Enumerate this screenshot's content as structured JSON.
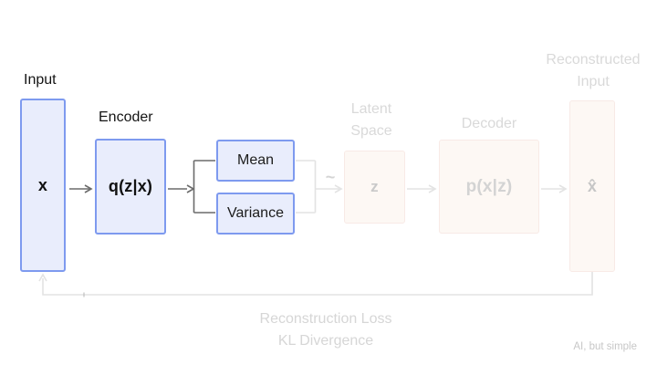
{
  "diagram": {
    "nodes": {
      "input": {
        "label": "Input",
        "symbol": "x"
      },
      "encoder": {
        "label": "Encoder",
        "symbol": "q(z|x)"
      },
      "mean": {
        "symbol": "Mean"
      },
      "variance": {
        "symbol": "Variance"
      },
      "latent": {
        "label_lines": [
          "Latent",
          "Space"
        ],
        "symbol": "z"
      },
      "decoder": {
        "label": "Decoder",
        "symbol": "p(x|z)"
      },
      "reconstructed": {
        "label_lines": [
          "Reconstructed",
          "Input"
        ],
        "symbol": "x̂"
      }
    },
    "sampling_symbol": "~",
    "loss": {
      "line1": "Reconstruction Loss",
      "line2": "KL Divergence"
    },
    "watermark": "AI, but simple",
    "colors": {
      "active_box_border": "#7E9AEF",
      "active_box_fill": "#E9EDFC",
      "faded_box_border": "#F8EAE6",
      "faded_box_fill": "#FDF8F4",
      "active_arrow": "#6B6B6B",
      "faded_arrow": "#E3E3E3",
      "faded_label_text": "#D9D9D9",
      "faded_symbol_text": "#C9C9C9",
      "dark_text": "#141414"
    }
  }
}
